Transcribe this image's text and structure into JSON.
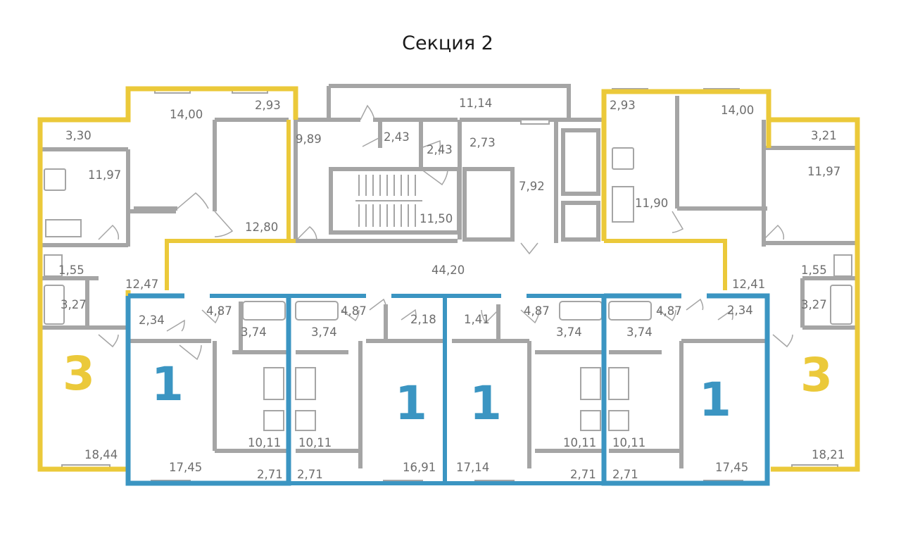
{
  "title": "Секция 2",
  "colors": {
    "yellow": "#EBC93A",
    "blue": "#3B95C2",
    "wall": "#A5A5A5",
    "text": "#6D6D6D"
  },
  "apartments": [
    {
      "id": "apt-left-3",
      "rooms": "3",
      "color": "yellow"
    },
    {
      "id": "apt-1a",
      "rooms": "1",
      "color": "blue"
    },
    {
      "id": "apt-1b",
      "rooms": "1",
      "color": "blue"
    },
    {
      "id": "apt-1c",
      "rooms": "1",
      "color": "blue"
    },
    {
      "id": "apt-1d",
      "rooms": "1",
      "color": "blue"
    },
    {
      "id": "apt-right-3",
      "rooms": "3",
      "color": "yellow"
    }
  ],
  "areas": {
    "l_3_30": "3,30",
    "l_11_97": "11,97",
    "l_1_55": "1,55",
    "l_3_27": "3,27",
    "l_18_44": "18,44",
    "l_14_00": "14,00",
    "l_2_93": "2,93",
    "l_9_89": "9,89",
    "l_12_80": "12,80",
    "balcony": "11,14",
    "hall_2_43a": "2,43",
    "hall_2_43b": "2,43",
    "stair": "11,50",
    "lobby_2_73": "2,73",
    "lift": "7,92",
    "corridor": "44,20",
    "l_12_47": "12,47",
    "r_2_93": "2,93",
    "r_14_00": "14,00",
    "r_11_90": "11,90",
    "r_3_21": "3,21",
    "r_11_97": "11,97",
    "r_1_55": "1,55",
    "r_3_27": "3,27",
    "r_12_41": "12,41",
    "r_18_21": "18,21",
    "a_2_34": "2,34",
    "a_4_87": "4,87",
    "a_3_74": "3,74",
    "a_17_45": "17,45",
    "a_10_11": "10,11",
    "a_2_71": "2,71",
    "b_4_87": "4,87",
    "b_3_74": "3,74",
    "b_10_11": "10,11",
    "b_2_71": "2,71",
    "b_2_18": "2,18",
    "b_16_91": "16,91",
    "c_1_41": "1,41",
    "c_17_14": "17,14",
    "c_4_87": "4,87",
    "c_3_74": "3,74",
    "c_10_11": "10,11",
    "c_2_71": "2,71",
    "d_3_74": "3,74",
    "d_4_87": "4,87",
    "d_10_11": "10,11",
    "d_2_71": "2,71",
    "d_2_34": "2,34",
    "d_17_45": "17,45"
  }
}
